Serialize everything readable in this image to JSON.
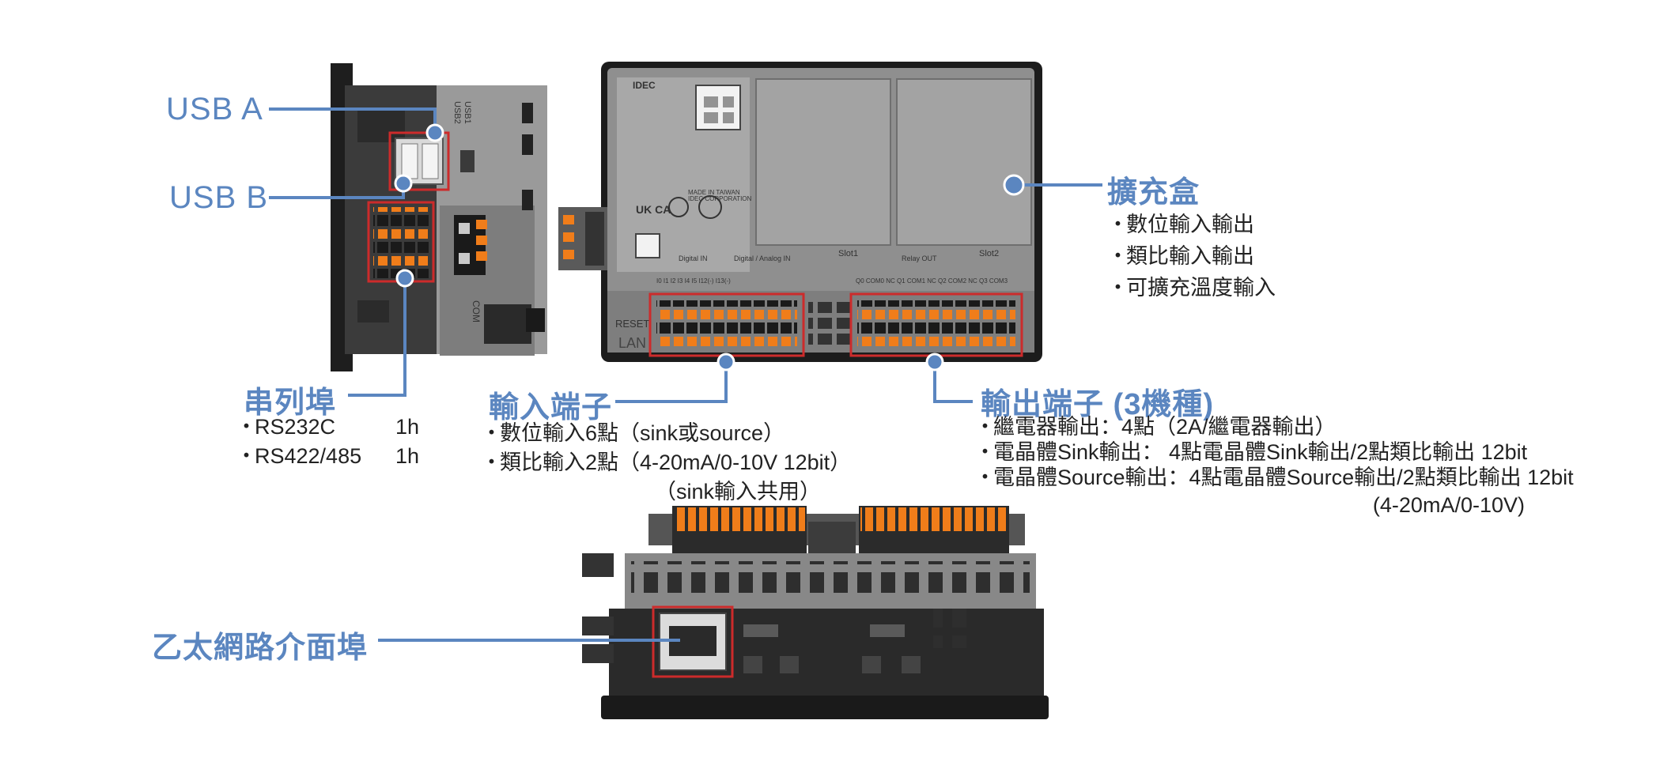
{
  "callouts": {
    "usb_a": {
      "label": "USB A"
    },
    "usb_b": {
      "label": "USB B"
    },
    "serial": {
      "label": "串列埠",
      "items": [
        {
          "name": "RS232C",
          "count": "1h"
        },
        {
          "name": "RS422/485",
          "count": "1h"
        }
      ]
    },
    "input": {
      "label": "輸入端子",
      "items": [
        "數位輸入6點（sink或source）",
        "類比輸入2點（4-20mA/0-10V 12bit）"
      ],
      "continuation": "（sink輸入共用）"
    },
    "output": {
      "label": "輸出端子 (3機種)",
      "items": [
        "繼電器輸出：4點（2A/繼電器輸出）",
        "電晶體Sink輸出： 4點電晶體Sink輸出/2點類比輸出 12bit",
        "電晶體Source輸出：4點電晶體Source輸出/2點類比輸出 12bit"
      ],
      "continuation": "(4-20mA/0-10V)"
    },
    "expansion": {
      "label": "擴充盒",
      "items": [
        "數位輸入輸出",
        "類比輸入輸出",
        "可擴充溫度輸入"
      ]
    },
    "ethernet": {
      "label": "乙太網路介面埠"
    }
  },
  "bullet": "・",
  "device_text": {
    "brand": "IDEC",
    "slot1": "Slot1",
    "slot2": "Slot2",
    "digital_in": "Digital IN",
    "digital_analog_in": "Digital / Analog IN",
    "relay_out": "Relay OUT",
    "reset": "RESET",
    "lan": "LAN",
    "made_in": "MADE IN TAIWAN",
    "corp": "IDEC CORPORATION",
    "usb1": "USB1",
    "usb2": "USB2",
    "com": "COM",
    "in_terms": "I0 I1 I2 I3 I4 I5 I12(-) I13(-)",
    "out_terms": "Q0 COM0 NC Q1 COM1 NC Q2 COM2 NC Q3 COM3"
  },
  "colors": {
    "accent": "#5b86c0",
    "highlight": "#cc2b2b",
    "device_body": "#8c8c8c",
    "terminal_orange": "#f07d1a"
  }
}
